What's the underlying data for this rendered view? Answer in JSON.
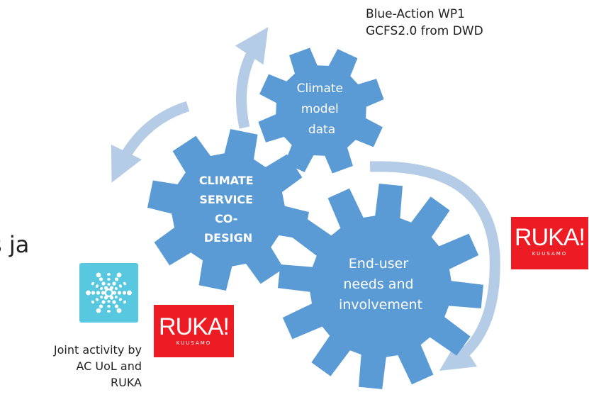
{
  "notes": {
    "top_line1": "Blue-Action WP1",
    "top_line2": "GCFS2.0 from DWD",
    "bottom_line1": "Joint activity by",
    "bottom_line2": "AC UoL and",
    "bottom_line3": "RUKA",
    "cut_text": "s ja"
  },
  "gears": {
    "climate_model": {
      "line1": "Climate",
      "line2": "model",
      "line3": "data"
    },
    "co_design": {
      "line1": "CLIMATE",
      "line2": "SERVICE",
      "line3": "CO-",
      "line4": "DESIGN"
    },
    "end_user": {
      "line1": "End-user",
      "line2": "needs and",
      "line3": "involvement"
    }
  },
  "logos": {
    "ruka_word": "RUKA!",
    "ruka_sub": "KUUSAMO"
  },
  "colors": {
    "gear": "#5b9bd5",
    "arrow": "#b4cce6",
    "ruka": "#ed1c24",
    "snow_logo": "#58c7e0"
  },
  "icons": [
    "snowflake-icon"
  ]
}
